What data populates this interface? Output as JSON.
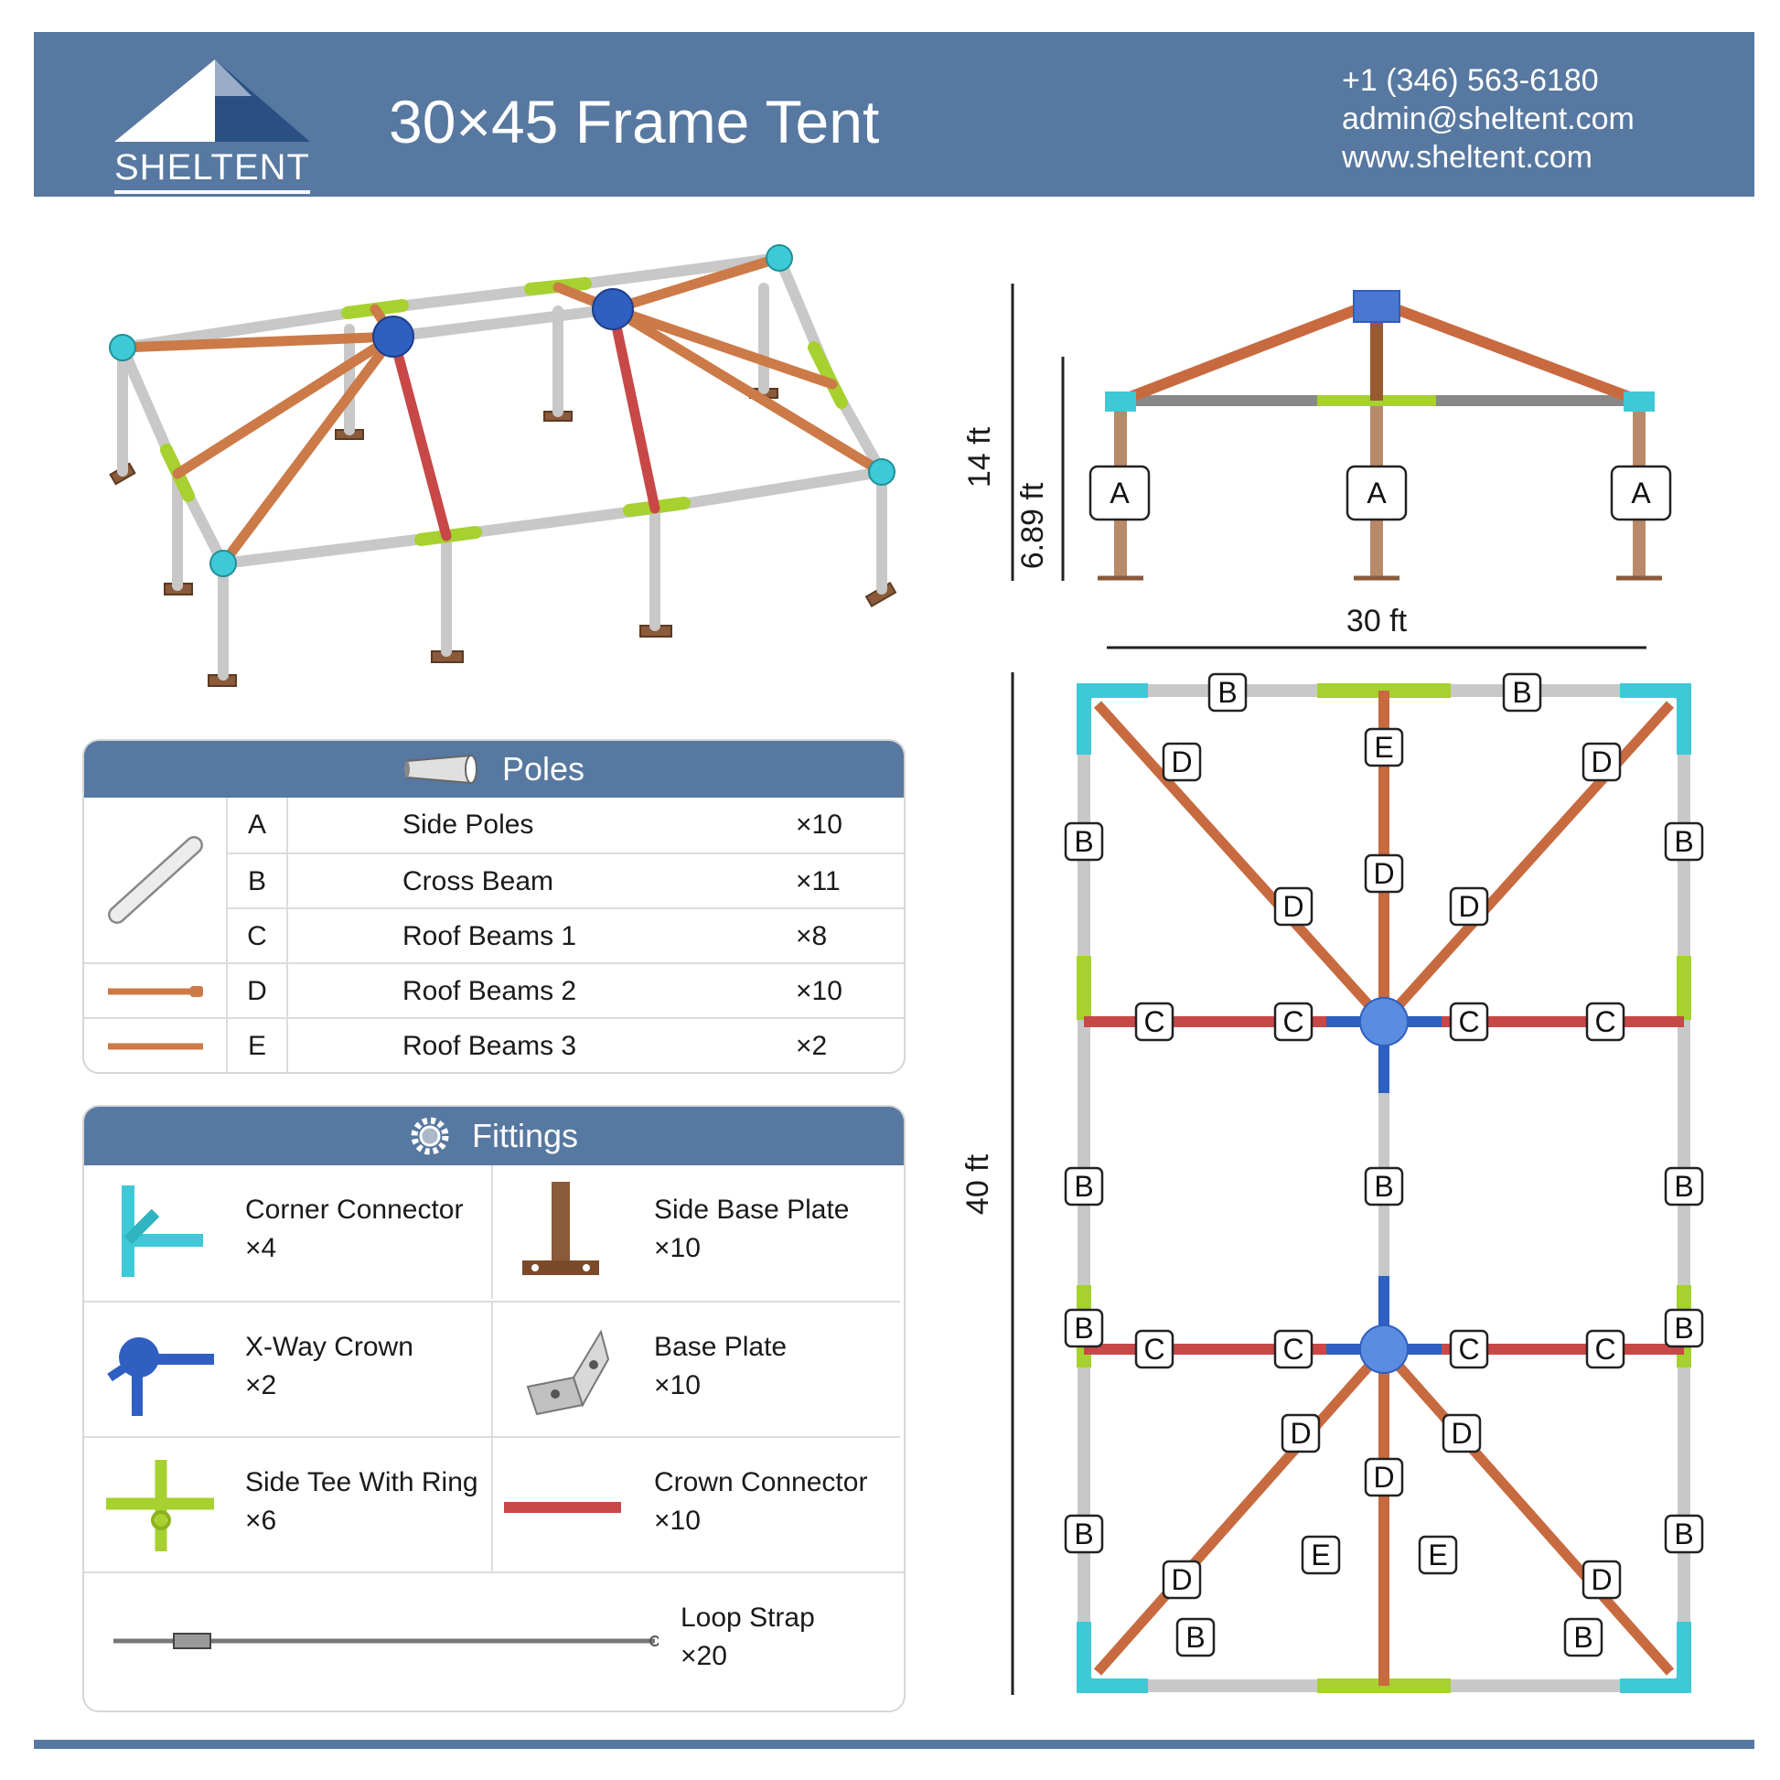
{
  "header": {
    "logo_text": "SHELTENT",
    "title": "30×45 Frame Tent",
    "phone": "+1 (346) 563-6180",
    "email": "admin@sheltent.com",
    "website": "www.sheltent.com"
  },
  "dimensions": {
    "height_total": "14 ft",
    "height_side": "6.89 ft",
    "width": "30 ft",
    "length": "40 ft"
  },
  "poles": {
    "title": "Poles",
    "rows": [
      {
        "code": "A",
        "name": "Side Poles",
        "qty": "×10"
      },
      {
        "code": "B",
        "name": "Cross Beam",
        "qty": "×11"
      },
      {
        "code": "C",
        "name": "Roof Beams 1",
        "qty": "×8"
      },
      {
        "code": "D",
        "name": "Roof Beams 2",
        "qty": "×10"
      },
      {
        "code": "E",
        "name": "Roof Beams 3",
        "qty": "×2"
      }
    ]
  },
  "fittings": {
    "title": "Fittings",
    "items": [
      {
        "name": "Corner Connector",
        "qty": "×4",
        "icon": "corner-connector-icon"
      },
      {
        "name": "Side Base Plate",
        "qty": "×10",
        "icon": "side-base-plate-icon"
      },
      {
        "name": "X-Way Crown",
        "qty": "×2",
        "icon": "crown-icon"
      },
      {
        "name": "Base Plate",
        "qty": "×10",
        "icon": "base-plate-icon"
      },
      {
        "name": "Side Tee With Ring",
        "qty": "×6",
        "icon": "side-tee-icon"
      },
      {
        "name": "Crown Connector",
        "qty": "×10",
        "icon": "crown-connector-icon"
      },
      {
        "name": "Loop Strap",
        "qty": "×20",
        "icon": "loop-strap-icon"
      }
    ]
  },
  "labels": {
    "A": "A",
    "B": "B",
    "C": "C",
    "D": "D",
    "E": "E"
  },
  "colors": {
    "brand": "#5778a0",
    "corner": "#3ec9d6",
    "tee": "#a6d12f",
    "crown": "#2f5fc0",
    "roof_beam": "#cc7a48",
    "crown_connector": "#c84848",
    "pole": "#c8c8c8",
    "base": "#8a5a3a"
  }
}
